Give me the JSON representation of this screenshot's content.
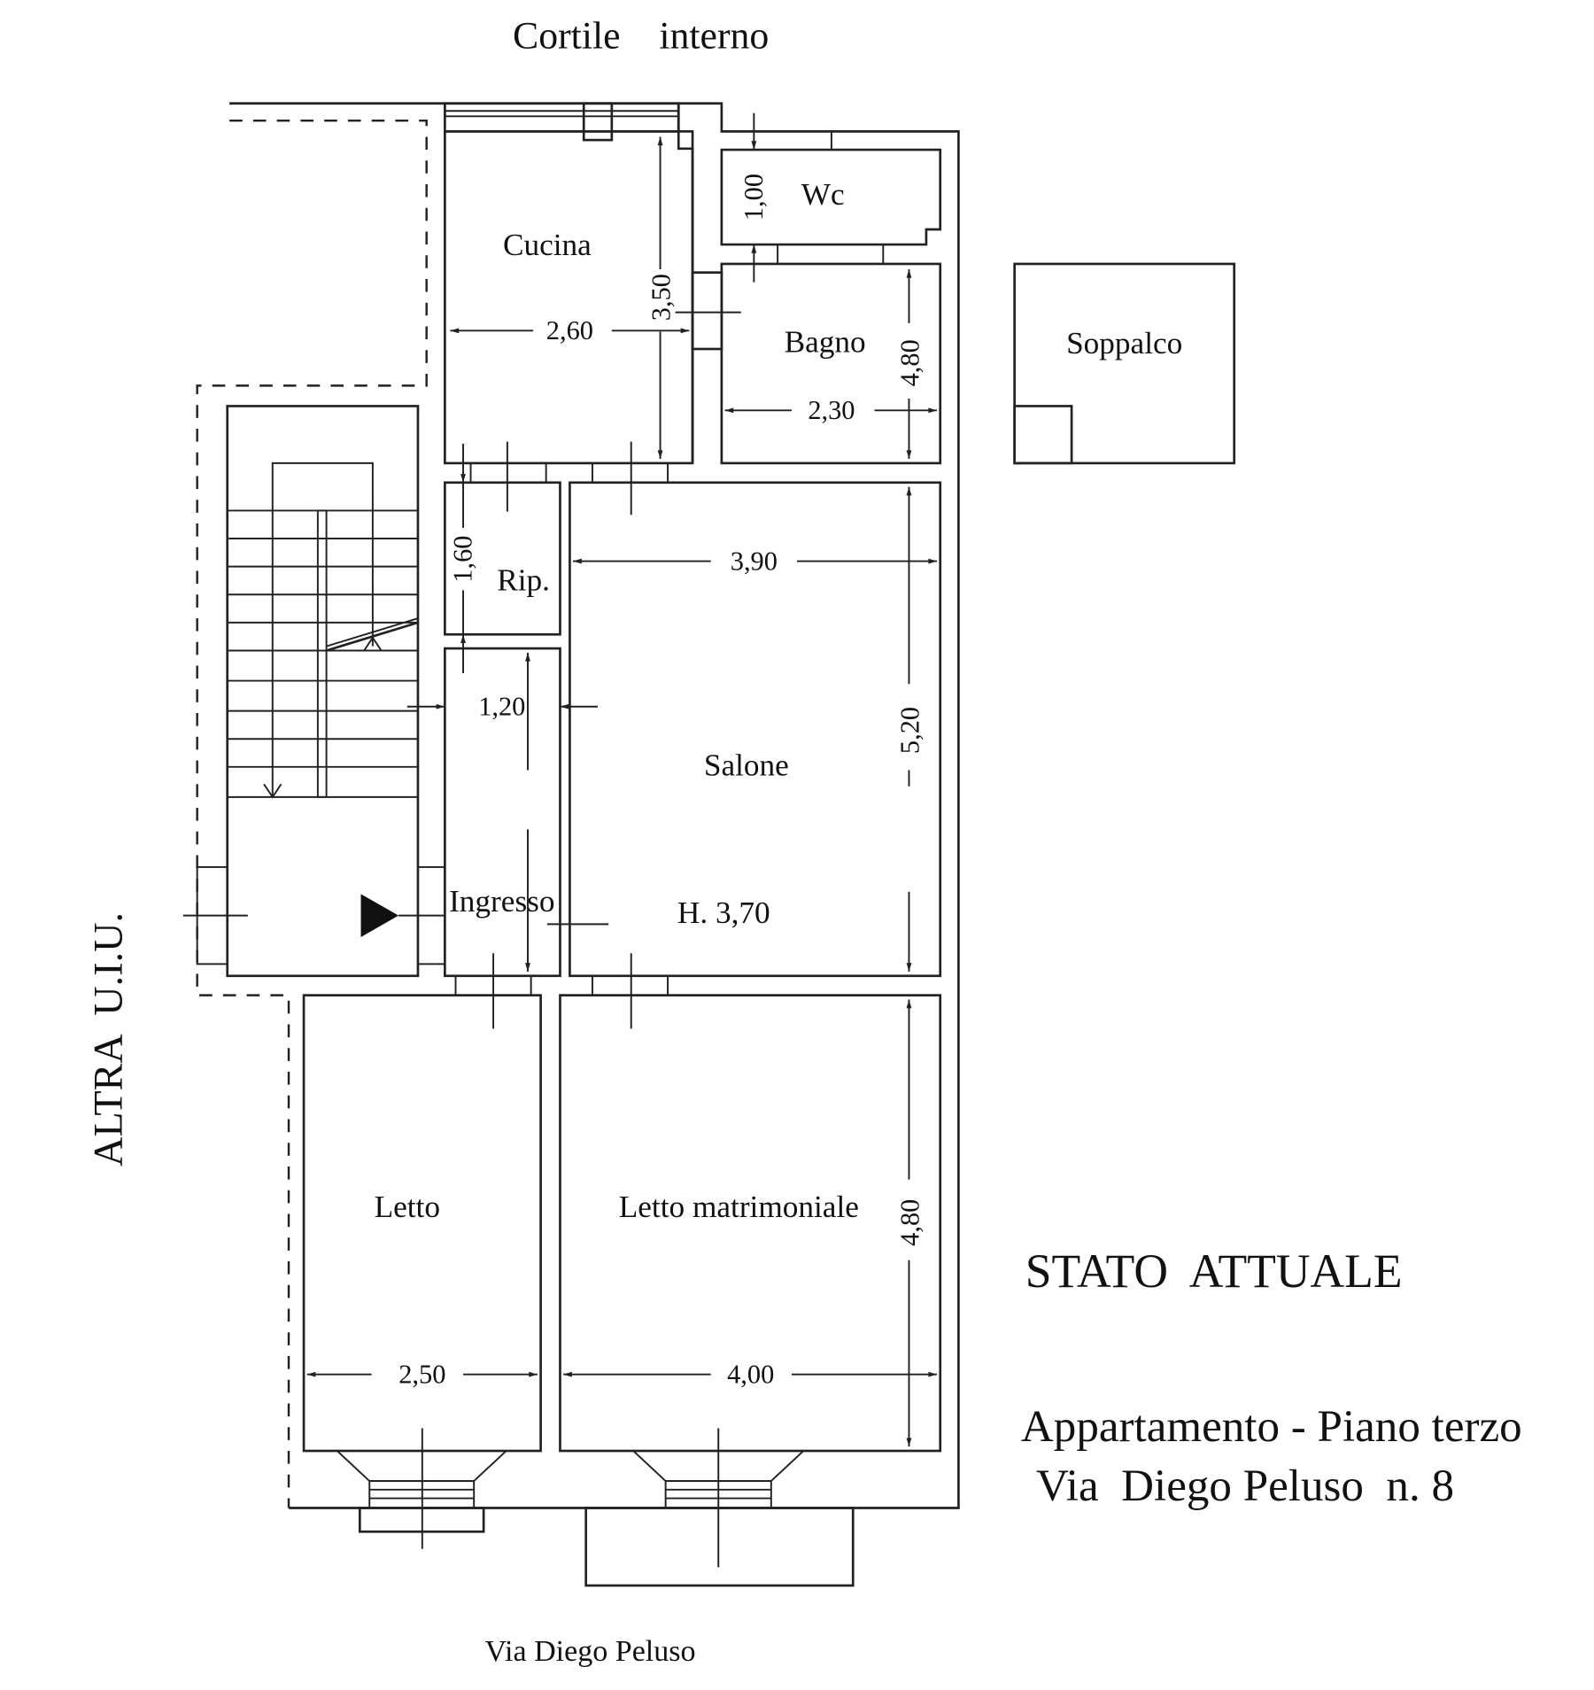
{
  "labels": {
    "top": "Cortile    interno",
    "bottom": "Via Diego Peluso",
    "left": "ALTRA  U.I.U.",
    "status": "STATO  ATTUALE",
    "subtitle": "Appartamento - Piano terzo",
    "address": "Via  Diego Peluso  n. 8"
  },
  "rooms": {
    "cucina": {
      "name": "Cucina",
      "width": "2,60",
      "length": "3,50"
    },
    "wc": {
      "name": "Wc",
      "length": "1,00"
    },
    "bagno": {
      "name": "Bagno",
      "width": "2,30",
      "length": "4,80"
    },
    "soppalco": {
      "name": "Soppalco"
    },
    "rip": {
      "name": "Rip.",
      "length": "1,60"
    },
    "ingresso": {
      "name": "Ingresso",
      "width": "1,20"
    },
    "salone": {
      "name": "Salone",
      "width": "3,90",
      "length": "5,20",
      "height": "H. 3,70"
    },
    "letto": {
      "name": "Letto",
      "width": "2,50"
    },
    "matrimoniale": {
      "name": "Letto matrimoniale",
      "width": "4,00",
      "length": "4,80"
    }
  }
}
